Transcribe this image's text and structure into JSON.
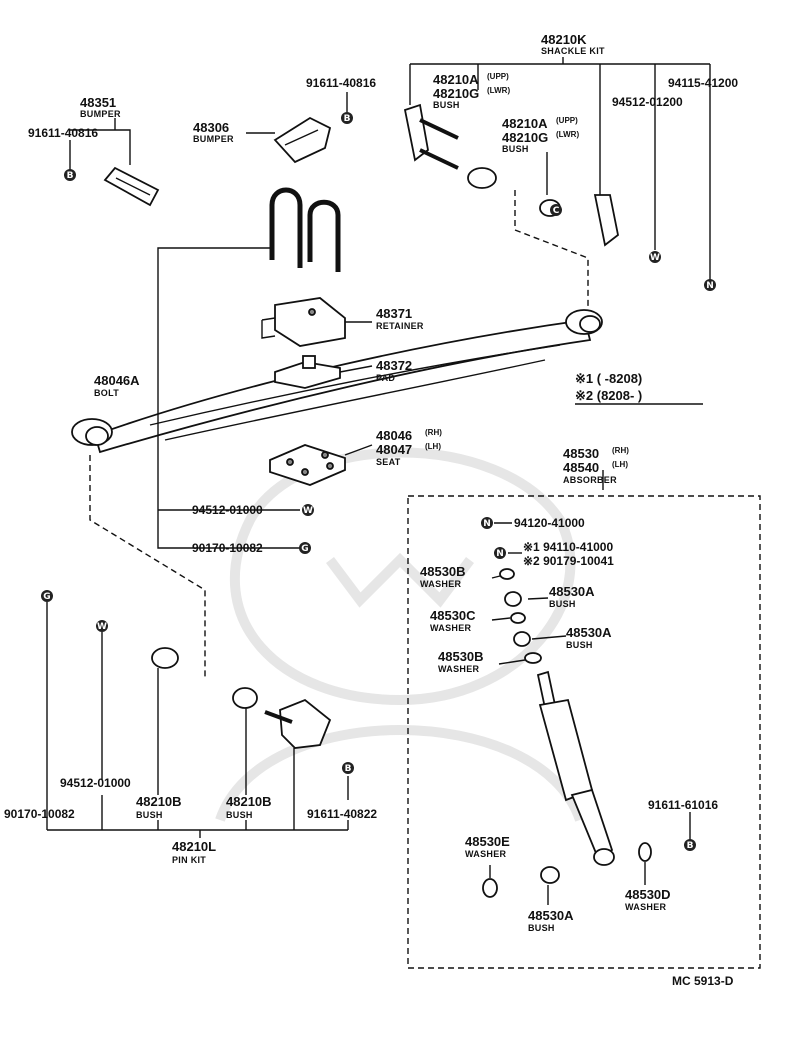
{
  "diagram": {
    "shackle_kit": {
      "pn": "48210K",
      "name": "SHACKLE KIT"
    },
    "bush_upper_1": {
      "pn_upp": "48210A",
      "sup_upp": "(UPP)",
      "pn_lwr": "48210G",
      "sup_lwr": "(LWR)",
      "name": "BUSH"
    },
    "bush_upper_2": {
      "pn_upp": "48210A",
      "sup_upp": "(UPP)",
      "pn_lwr": "48210G",
      "sup_lwr": "(LWR)",
      "name": "BUSH"
    },
    "washer_94512_top": "94512-01200",
    "nut_94115": "94115-41200",
    "bolt_91611_top": "91611-40816",
    "bolt_91611_left": "91611-40816",
    "bumper_48351": {
      "pn": "48351",
      "name": "BUMPER"
    },
    "bumper_48306": {
      "pn": "48306",
      "name": "BUMPER"
    },
    "retainer": {
      "pn": "48371",
      "name": "RETAINER"
    },
    "pad": {
      "pn": "48372",
      "name": "PAD"
    },
    "seat": {
      "pn_rh": "48046",
      "sup_rh": "(RH)",
      "pn_lh": "48047",
      "sup_lh": "(LH)",
      "name": "SEAT"
    },
    "bolt_48046a": {
      "pn": "48046A",
      "name": "BOLT"
    },
    "note_1": "※1 (      -8208)",
    "note_2": "※2 (8208-       )",
    "washer_94512_mid": "94512-01000",
    "nut_90170_mid": "90170-10082",
    "absorber": {
      "pn_rh": "48530",
      "sup_rh": "(RH)",
      "pn_lh": "48540",
      "sup_lh": "(LH)",
      "name": "ABSORBER"
    },
    "nut_94120": "94120-41000",
    "nut_94110": "※1 94110-41000",
    "nut_90179": "※2 90179-10041",
    "washer_48530b_1": {
      "pn": "48530B",
      "name": "WASHER"
    },
    "bush_48530a_1": {
      "pn": "48530A",
      "name": "BUSH"
    },
    "washer_48530c": {
      "pn": "48530C",
      "name": "WASHER"
    },
    "bush_48530a_2": {
      "pn": "48530A",
      "name": "BUSH"
    },
    "washer_48530b_2": {
      "pn": "48530B",
      "name": "WASHER"
    },
    "bolt_91611_61016": "91611-61016",
    "washer_48530e": {
      "pn": "48530E",
      "name": "WASHER"
    },
    "bush_48530a_3": {
      "pn": "48530A",
      "name": "BUSH"
    },
    "washer_48530d": {
      "pn": "48530D",
      "name": "WASHER"
    },
    "washer_94512_low": "94512-01000",
    "nut_90170_low": "90170-10082",
    "bush_48210b_1": {
      "pn": "48210B",
      "name": "BUSH"
    },
    "bush_48210b_2": {
      "pn": "48210B",
      "name": "BUSH"
    },
    "bolt_91611_40822": "91611-40822",
    "pin_kit": {
      "pn": "48210L",
      "name": "PIN KIT"
    },
    "figure_code": "MC 5913-D",
    "symbols": {
      "B": "B",
      "W": "W",
      "N": "N",
      "C": "C",
      "G": "G"
    }
  }
}
